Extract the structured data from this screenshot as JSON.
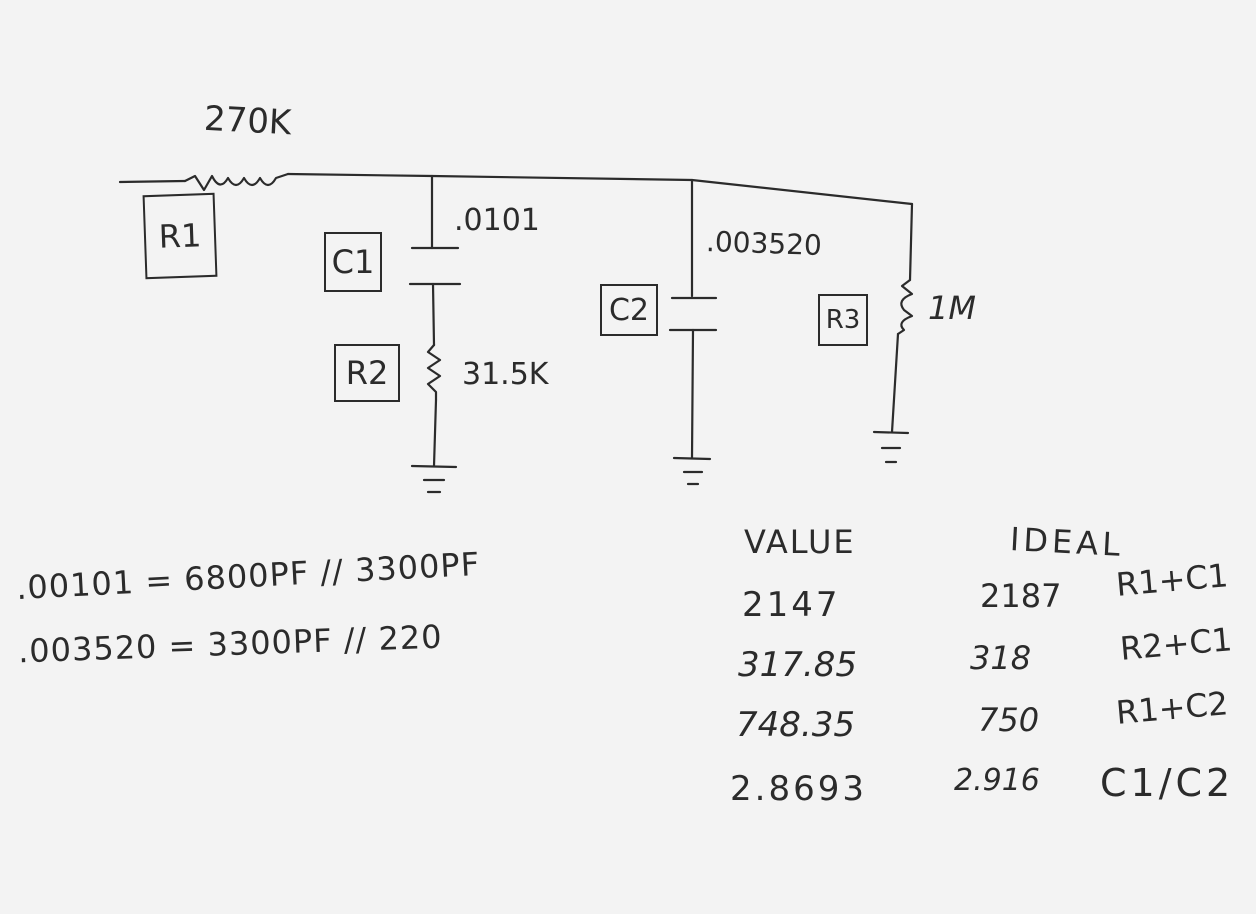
{
  "components": {
    "r1": {
      "label": "R1",
      "value": "270K"
    },
    "c1": {
      "label": "C1",
      "value": ".0101"
    },
    "r2": {
      "label": "R2",
      "value": "31.5K"
    },
    "c2": {
      "label": "C2",
      "value": ".003520"
    },
    "r3": {
      "label": "R3",
      "value": "1M"
    }
  },
  "notes": [
    ".00101 = 6800PF // 3300PF",
    ".003520 = 3300PF // 220"
  ],
  "table": {
    "headers": [
      "VALUE",
      "IDEAL"
    ],
    "rows": [
      {
        "value": "2147",
        "ideal": "2187",
        "pair": "R1+C1"
      },
      {
        "value": "317.85",
        "ideal": "318",
        "pair": "R2+C1"
      },
      {
        "value": "748.35",
        "ideal": "750",
        "pair": "R1+C2"
      },
      {
        "value": "2.8693",
        "ideal": "2.916",
        "pair": "C1/C2"
      }
    ]
  }
}
